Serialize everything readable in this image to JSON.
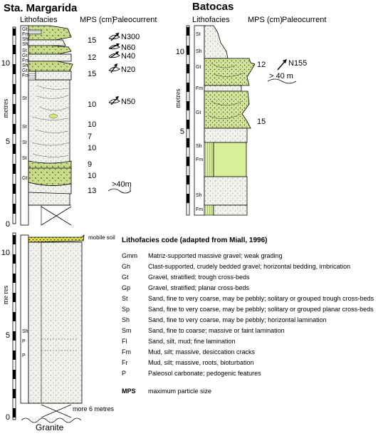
{
  "titles": {
    "left": "Sta. Margarida",
    "right": "Batocas"
  },
  "headers": {
    "left_lithofacies": "Lithofacies",
    "left_mps": "MPS (cm)",
    "left_paleocurrent": "Paleocurrent",
    "right_lithofacies": "Lithofacies",
    "right_mps": "MPS (cm)",
    "right_paleocurrent": "Paleocurrent"
  },
  "axes": {
    "upper_left_label": "metres",
    "upper_left_ticks": [
      "10",
      "5",
      "0"
    ],
    "right_label": "metres",
    "right_ticks": [
      "10",
      "5"
    ],
    "lower_left_label": "me res",
    "lower_left_ticks": [
      "10",
      "5",
      "0"
    ]
  },
  "sta_margarida_facies": [
    "Gt",
    "Fm",
    "Sh/",
    "Sh",
    "St",
    "Gt",
    "Fm",
    "Sh",
    "Gt",
    "Fm",
    "St",
    "St",
    "St",
    "St",
    "Gt"
  ],
  "sta_margarida_mps": [
    "15",
    "12",
    "15",
    "10",
    "10",
    "7",
    "10",
    "9",
    "10",
    "13"
  ],
  "sta_margarida_paleocurrents": [
    "N300",
    "N60",
    "N40",
    "N20",
    "N50"
  ],
  "sta_margarida_lateral": ">40m",
  "batocas_facies": [
    "St",
    "Sh",
    "Gt",
    "Fm",
    "Gt",
    "Sh",
    "Fm",
    "Sh",
    "Fm"
  ],
  "batocas_mps": [
    "12",
    "15"
  ],
  "batocas_paleocurrent": "N155",
  "batocas_lateral": "> 40 m",
  "lower_section": {
    "top_label": "mobile soil",
    "facies": [
      "Sh",
      "P",
      "P"
    ],
    "more": "more 6 metres",
    "base": "Granite"
  },
  "legend": {
    "title": "Lithofacies code (adapted from Miall, 1996)",
    "items": [
      {
        "code": "Gmm",
        "desc": "Matriz-supported massive gravel; weak grading"
      },
      {
        "code": "Gh",
        "desc": "Clast-supported, crudely bedded gravel; horizontal bedding, imbrication"
      },
      {
        "code": "Gt",
        "desc": "Gravel, stratified; trough cross-beds"
      },
      {
        "code": "Gp",
        "desc": "Gravel, stratified; planar cross-beds"
      },
      {
        "code": "St",
        "desc": "Sand, fine to very coarse, may be pebbly; solitary or grouped trough cross-beds"
      },
      {
        "code": "Sp",
        "desc": "Sand, fine to very coarse, may be pebbly; solitary or grouped planar cross-beds"
      },
      {
        "code": "Sh",
        "desc": "Sand, fine to very coarse, may be pebbly; horizontal lamination"
      },
      {
        "code": "Sm",
        "desc": "Sand, fine to  coarse; massive or faint lamination"
      },
      {
        "code": "Fl",
        "desc": "Sand, silt, mud; fine lamination"
      },
      {
        "code": "Fm",
        "desc": "Mud, silt; massive, desiccation cracks"
      },
      {
        "code": "Fr",
        "desc": "Mud, silt; massive, roots, bioturbation"
      },
      {
        "code": "P",
        "desc": "Paleosol carbonate; pedogenic features"
      }
    ],
    "mps_code": "MPS",
    "mps_desc": "maximum particle size"
  },
  "colors": {
    "gravel": "#c9dc8c",
    "gravel_light": "#dde9ad",
    "sand": "#f1f1ec",
    "green_band": "#d9ef9a"
  }
}
